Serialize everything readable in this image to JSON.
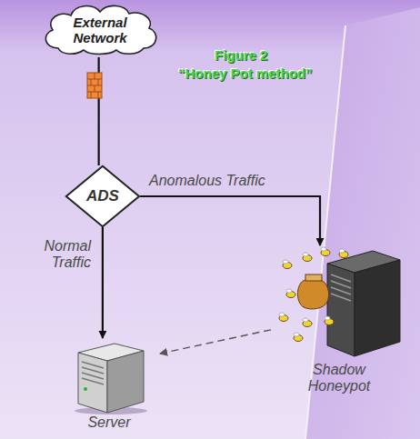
{
  "diagram": {
    "nodes": [
      {
        "text": [
          "External Network"
        ]
      },
      {
        "text": [
          "ADS"
        ]
      },
      {
        "text": [
          "Server"
        ]
      },
      {
        "text": [
          "Shadow Honeypot"
        ]
      }
    ],
    "edges": [
      {
        "from": 0,
        "to": 1,
        "arrow": "none"
      },
      {
        "from": 1,
        "to": 2,
        "label": "Normal Traffic",
        "arrow": "to"
      },
      {
        "from": 1,
        "to": 3,
        "label": "Anomalous Traffic",
        "arrow": "to"
      },
      {
        "from": 3,
        "to": 2,
        "arrow": "to"
      }
    ],
    "labels": [
      "Figure 2",
      "“Honey Pot  method”"
    ]
  }
}
